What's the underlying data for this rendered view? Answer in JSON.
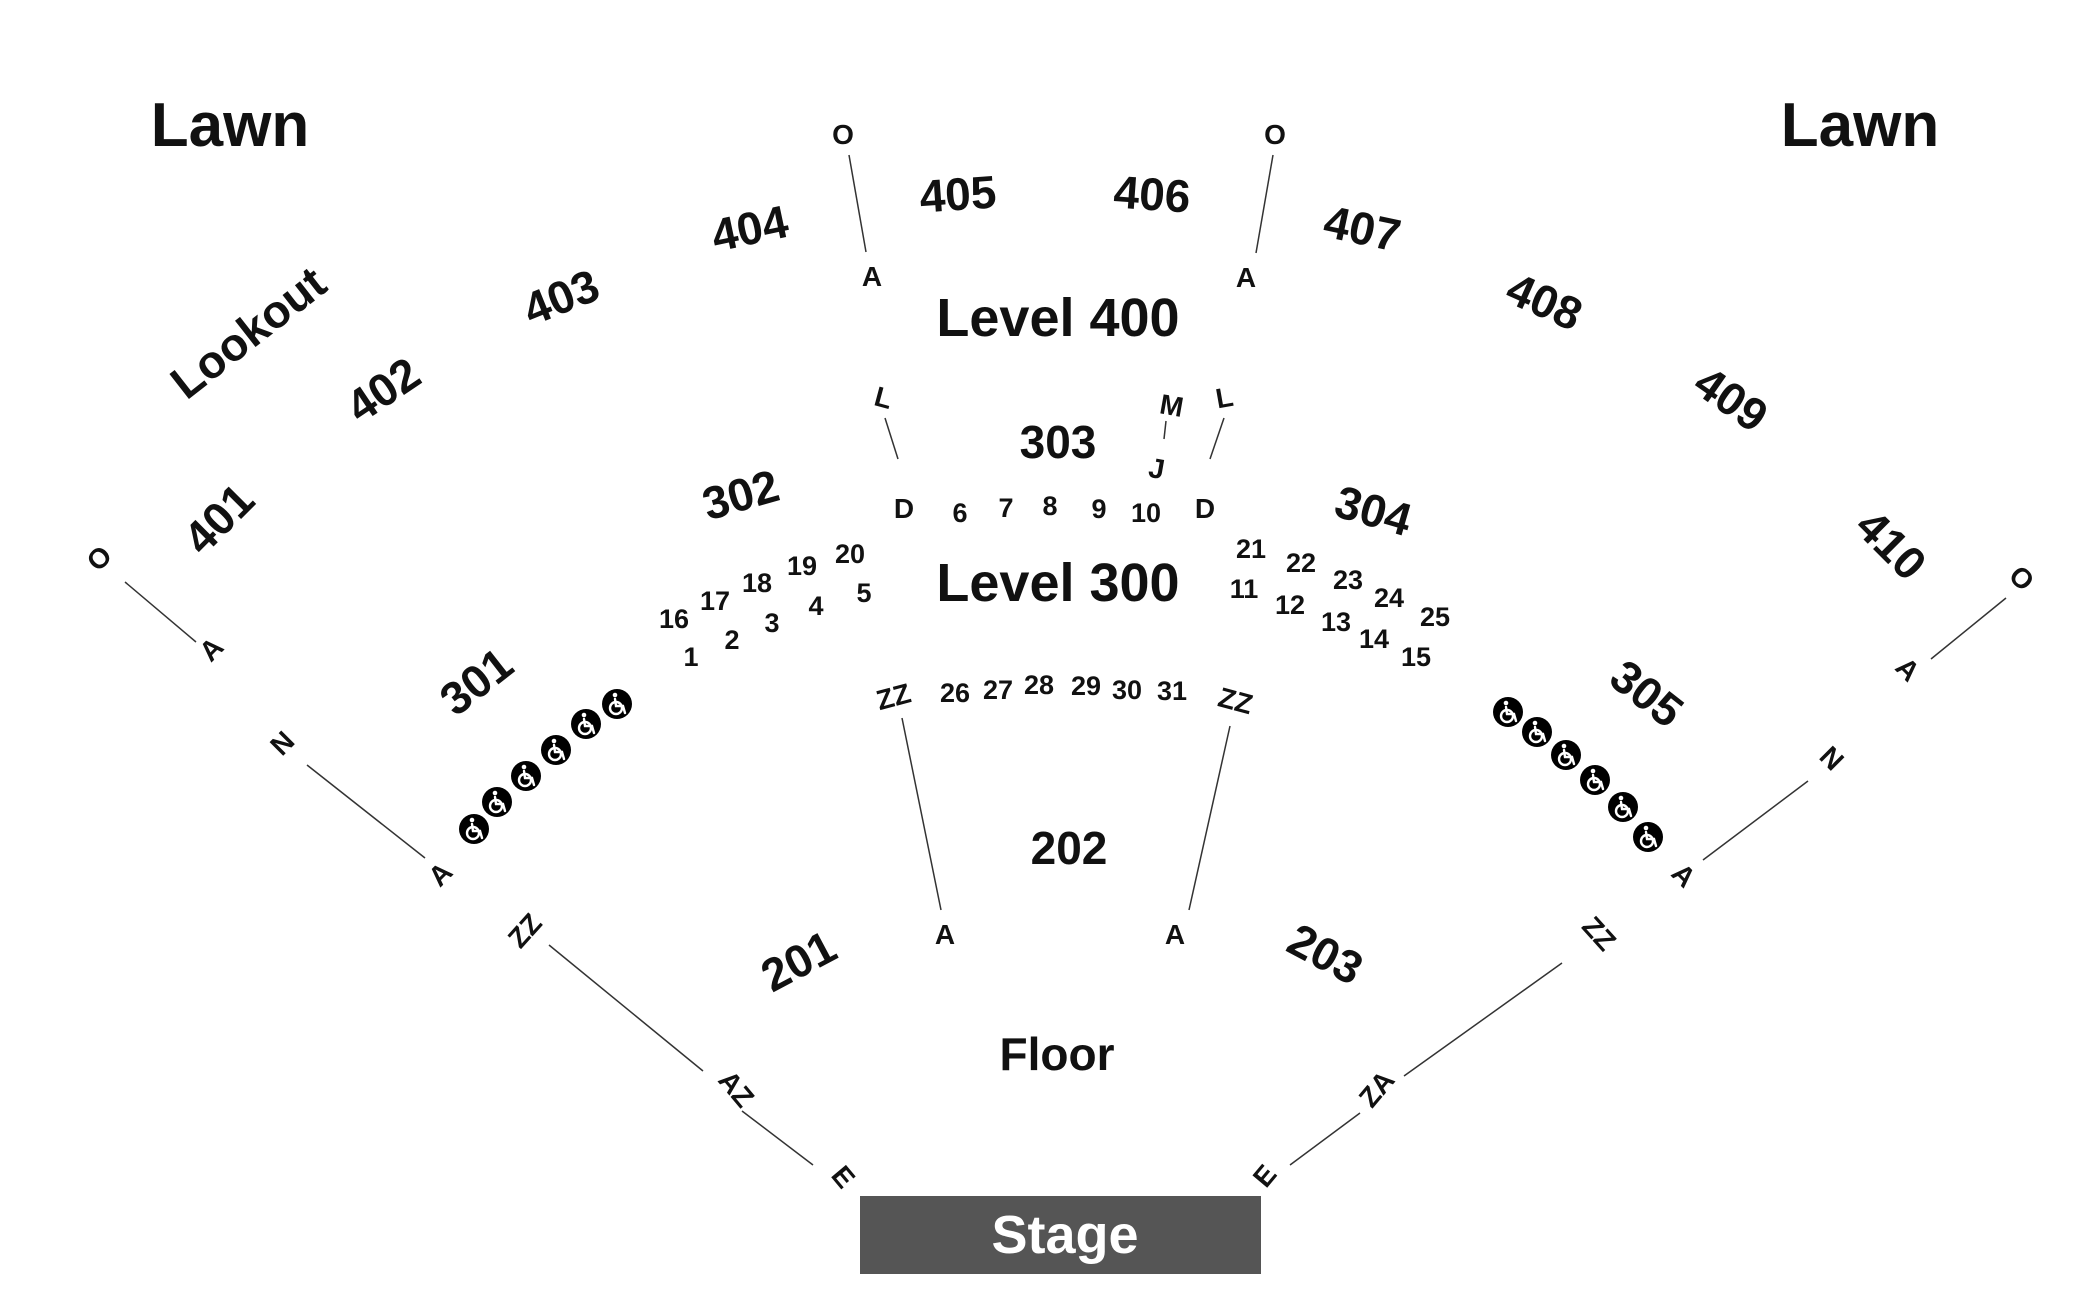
{
  "venue": {
    "lawn_left": "Lawn",
    "lawn_right": "Lawn",
    "lookout": "Lookout",
    "level_400": "Level 400",
    "level_300": "Level 300",
    "floor": "Floor",
    "stage": "Stage"
  },
  "sections": {
    "s401": "401",
    "s402": "402",
    "s403": "403",
    "s404": "404",
    "s405": "405",
    "s406": "406",
    "s407": "407",
    "s408": "408",
    "s409": "409",
    "s410": "410",
    "s301": "301",
    "s302": "302",
    "s303": "303",
    "s304": "304",
    "s305": "305",
    "s201": "201",
    "s202": "202",
    "s203": "203"
  },
  "row_labels": {
    "o": "O",
    "a": "A",
    "n": "N",
    "zz": "ZZ",
    "az": "AZ",
    "e": "E",
    "l": "L",
    "d": "D",
    "m": "M",
    "j": "J",
    "za": "ZA"
  },
  "box_numbers": [
    "1",
    "2",
    "3",
    "4",
    "5",
    "6",
    "7",
    "8",
    "9",
    "10",
    "11",
    "12",
    "13",
    "14",
    "15",
    "16",
    "17",
    "18",
    "19",
    "20",
    "21",
    "22",
    "23",
    "24",
    "25",
    "26",
    "27",
    "28",
    "29",
    "30",
    "31"
  ],
  "colors": {
    "stage": "#555555",
    "accessible": "#1a3fd6"
  },
  "icons": {
    "accessible": "wheelchair-icon"
  }
}
